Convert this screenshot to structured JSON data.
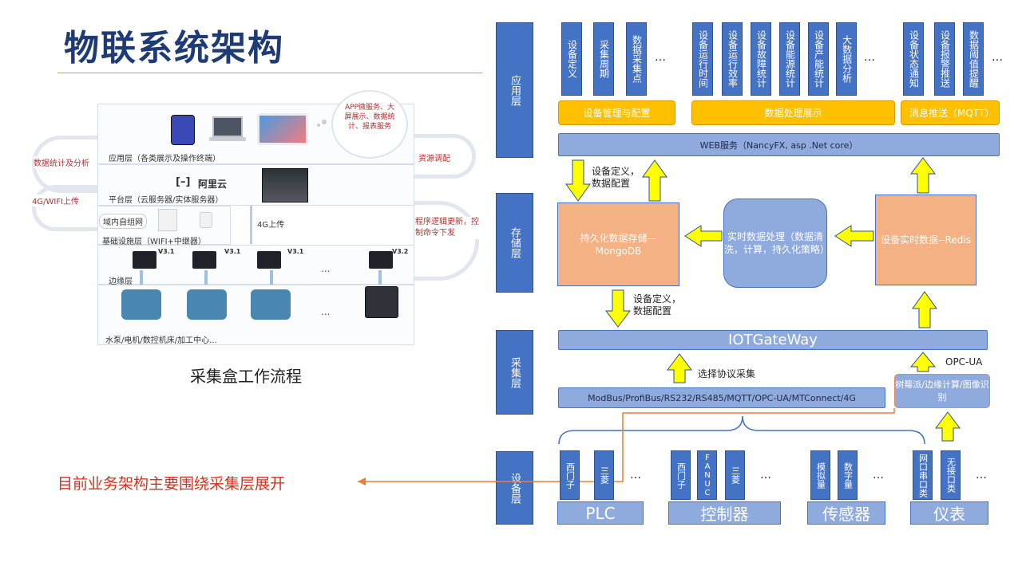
{
  "title": "物联系统架构",
  "left_panel": {
    "cloud_text": "APP微服务、大屏展示、数据统计、报表服务",
    "layers": {
      "app": "应用层（各类展示及操作终端）",
      "platform": "平台层（云服务器/实体服务器）",
      "aliyun": "阿里云",
      "local_net": "域内自组网",
      "infra": "基础设施层（WIFI+中继器）",
      "edge": "边缘层",
      "equip": "水泵/电机/数控机床/加工中心..."
    },
    "side_labels": {
      "stats": "数据统计及分析",
      "upload": "4G/WIFI上传",
      "resource": "资源调配",
      "program": "程序逻辑更新，控制命令下发",
      "up4g": "4G上传"
    },
    "versions": [
      "V3.1",
      "V3.1",
      "V3.1",
      "V3.2"
    ],
    "ellipsis": "...",
    "caption": "采集盒工作流程"
  },
  "note": "目前业务架构主要围绕采集层展开",
  "layers": [
    "应用层",
    "存储层",
    "采集层",
    "设备层"
  ],
  "app_groups": [
    {
      "items": [
        "设备定义",
        "采集周期",
        "数据采集点"
      ],
      "bar": "设备管理与配置"
    },
    {
      "items": [
        "设备运行时间",
        "设备运行效率",
        "设备故障统计",
        "设备能源统计",
        "设备产能统计",
        "大数据分析"
      ],
      "bar": "数据处理展示"
    },
    {
      "items": [
        "设备状态通知",
        "设备报警推送",
        "数据阈值提醒"
      ],
      "bar": "消息推送（MQTT）"
    }
  ],
  "ellipsis": "…",
  "web_service": "WEB服务（NancyFX, asp .Net core）",
  "storage": {
    "persist": "持久化数据存储—MongoDB",
    "realtime": "实时数据处理（数据清洗，计算，持久化策略）",
    "redis": "设备实时数据--Redis",
    "config_label": "设备定义，数据配置"
  },
  "gateway": "IOTGateWay",
  "protocols": "ModBus/ProfiBus/RS232/RS485/MQTT/OPC-UA/MTConnect/4G",
  "select_label": "选择协议采集",
  "edge_box": "树莓派/边缘计算/图像识别",
  "opc_label": "OPC-UA",
  "devices": [
    {
      "items": [
        "西门子",
        "三菱"
      ],
      "label": "PLC"
    },
    {
      "items": [
        "西门子",
        "FANUC",
        "三菱"
      ],
      "label": "控制器"
    },
    {
      "items": [
        "模拟量",
        "数字量"
      ],
      "label": "传感器"
    },
    {
      "items": [
        "网口串口类",
        "无接口类"
      ],
      "label": "仪表"
    }
  ]
}
